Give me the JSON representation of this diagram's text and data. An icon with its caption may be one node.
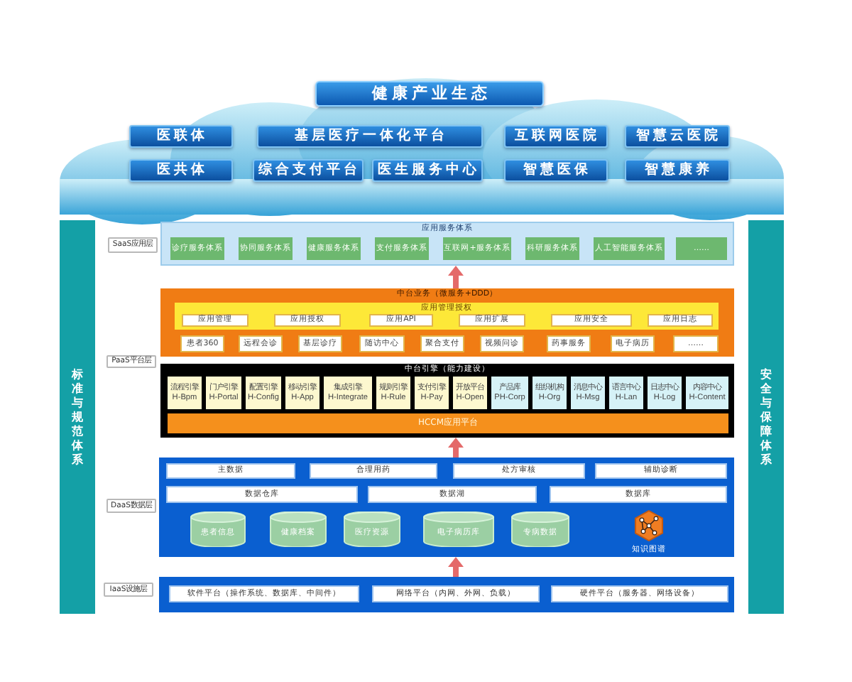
{
  "diagram": {
    "nodes": [
      {
        "text": [
          "健康产业生态"
        ]
      },
      {
        "text": [
          "医联体"
        ]
      },
      {
        "text": [
          "基层医疗一体化平台"
        ]
      },
      {
        "text": [
          "互联网医院"
        ]
      },
      {
        "text": [
          "智慧云医院"
        ]
      },
      {
        "text": [
          "医共体"
        ]
      },
      {
        "text": [
          "综合支付平台"
        ]
      },
      {
        "text": [
          "医生服务中心"
        ]
      },
      {
        "text": [
          "智慧医保"
        ]
      },
      {
        "text": [
          "智慧康养"
        ]
      },
      {
        "text": [
          "标准与规范体系"
        ]
      },
      {
        "text": [
          "安全与保障体系"
        ]
      },
      {
        "text": [
          "SaaS应用层"
        ]
      },
      {
        "text": [
          "应用服务体系"
        ]
      },
      {
        "text": [
          "诊疗服务体系"
        ],
        "in": 13
      },
      {
        "text": [
          "协同服务体系"
        ],
        "in": 13
      },
      {
        "text": [
          "健康服务体系"
        ],
        "in": 13
      },
      {
        "text": [
          "支付服务体系"
        ],
        "in": 13
      },
      {
        "text": [
          "互联网+服务体系"
        ],
        "in": 13
      },
      {
        "text": [
          "科研服务体系"
        ],
        "in": 13
      },
      {
        "text": [
          "人工智能服务体系"
        ],
        "in": 13
      },
      {
        "text": [
          "……"
        ],
        "in": 13
      },
      {
        "text": [
          "中台业务（微服务+DDD）"
        ]
      },
      {
        "text": [
          "应用管理授权"
        ],
        "in": 22
      },
      {
        "text": [
          "应用管理"
        ],
        "in": 23
      },
      {
        "text": [
          "应用授权"
        ],
        "in": 23
      },
      {
        "text": [
          "应用API"
        ],
        "in": 23
      },
      {
        "text": [
          "应用扩展"
        ],
        "in": 23
      },
      {
        "text": [
          "应用安全"
        ],
        "in": 23
      },
      {
        "text": [
          "应用日志"
        ],
        "in": 23
      },
      {
        "text": [
          "患者360"
        ],
        "in": 22
      },
      {
        "text": [
          "远程会诊"
        ],
        "in": 22
      },
      {
        "text": [
          "基层诊疗"
        ],
        "in": 22
      },
      {
        "text": [
          "随访中心"
        ],
        "in": 22
      },
      {
        "text": [
          "聚合支付"
        ],
        "in": 22
      },
      {
        "text": [
          "视频问诊"
        ],
        "in": 22
      },
      {
        "text": [
          "药事服务"
        ],
        "in": 22
      },
      {
        "text": [
          "电子病历"
        ],
        "in": 22
      },
      {
        "text": [
          "……"
        ],
        "in": 22
      },
      {
        "text": [
          "PaaS平台层"
        ]
      },
      {
        "text": [
          "中台引擎（能力建设）"
        ]
      },
      {
        "text": [
          "流程引擎",
          "H-Bpm"
        ],
        "in": 40
      },
      {
        "text": [
          "门户引擎",
          "H-Portal"
        ],
        "in": 40
      },
      {
        "text": [
          "配置引擎",
          "H-Config"
        ],
        "in": 40
      },
      {
        "text": [
          "移动引擎",
          "H-App"
        ],
        "in": 40
      },
      {
        "text": [
          "集成引擎",
          "H-Integrate"
        ],
        "in": 40
      },
      {
        "text": [
          "规则引擎",
          "H-Rule"
        ],
        "in": 40
      },
      {
        "text": [
          "支付引擎",
          "H-Pay"
        ],
        "in": 40
      },
      {
        "text": [
          "开放平台",
          "H-Open"
        ],
        "in": 40
      },
      {
        "text": [
          "产品库",
          "PH-Corp"
        ],
        "in": 40
      },
      {
        "text": [
          "组织机构",
          "H-Org"
        ],
        "in": 40
      },
      {
        "text": [
          "消息中心",
          "H-Msg"
        ],
        "in": 40
      },
      {
        "text": [
          "语言中心",
          "H-Lan"
        ],
        "in": 40
      },
      {
        "text": [
          "日志中心",
          "H-Log"
        ],
        "in": 40
      },
      {
        "text": [
          "内容中心",
          "H-Content"
        ],
        "in": 40
      },
      {
        "text": [
          "HCCM应用平台"
        ],
        "in": 40
      },
      {
        "text": [
          "DaaS数据层"
        ]
      },
      {
        "text": [],
        "shape": "box"
      },
      {
        "text": [
          "主数据"
        ],
        "in": 57
      },
      {
        "text": [
          "合理用药"
        ],
        "in": 57
      },
      {
        "text": [
          "处方审核"
        ],
        "in": 57
      },
      {
        "text": [
          "辅助诊断"
        ],
        "in": 57
      },
      {
        "text": [
          "数据仓库"
        ],
        "in": 57
      },
      {
        "text": [
          "数据湖"
        ],
        "in": 57
      },
      {
        "text": [
          "数据库"
        ],
        "in": 57
      },
      {
        "text": [
          "患者信息"
        ],
        "in": 57
      },
      {
        "text": [
          "健康档案"
        ],
        "in": 57
      },
      {
        "text": [
          "医疗资源"
        ],
        "in": 57
      },
      {
        "text": [
          "电子病历库"
        ],
        "in": 57
      },
      {
        "text": [
          "专病数据"
        ],
        "in": 57
      },
      {
        "text": [
          "知识图谱"
        ],
        "in": 57
      },
      {
        "text": [
          "IaaS设施层"
        ]
      },
      {
        "text": [],
        "shape": "box"
      },
      {
        "text": [
          "软件平台（操作系统、数据库、中间件）"
        ],
        "in": 72
      },
      {
        "text": [
          "网络平台（内网、外网、负载）"
        ],
        "in": 72
      },
      {
        "text": [
          "硬件平台（服务器、网络设备）"
        ],
        "in": 72
      }
    ],
    "edges": [
      {
        "from": 72,
        "to": 57,
        "arrow": "to"
      },
      {
        "from": 57,
        "to": 40,
        "arrow": "to"
      },
      {
        "from": 22,
        "to": 13,
        "arrow": "to"
      }
    ]
  }
}
